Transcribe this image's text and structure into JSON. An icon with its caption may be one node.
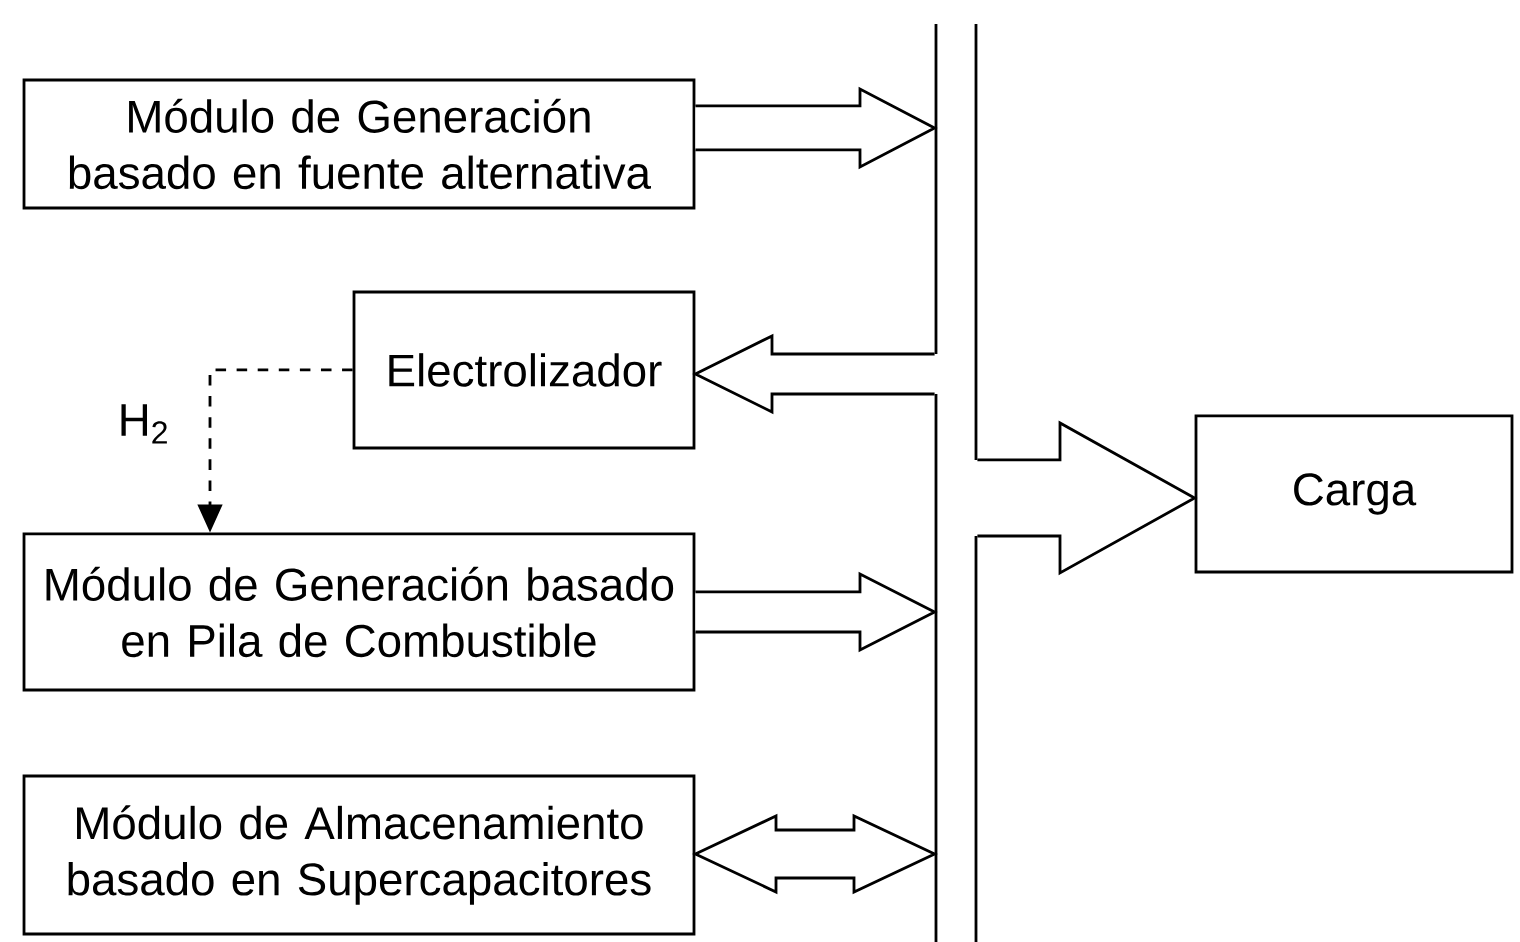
{
  "diagram": {
    "nodes": [
      {
        "text": [
          "Módulo de Generación basado en fuente alternativa"
        ]
      },
      {
        "text": [
          "Electrolizador"
        ]
      },
      {
        "text": [
          "Módulo de Generación basado en Pila de Combustible"
        ]
      },
      {
        "text": [
          "Módulo de Almacenamiento basado en Supercapacitores"
        ]
      },
      {
        "text": [
          "Carga"
        ]
      },
      {
        "text": [],
        "shape": "bar"
      }
    ],
    "edges": [
      {
        "from": 0,
        "to": 5,
        "arrow": "to"
      },
      {
        "from": 5,
        "to": 1,
        "arrow": "to"
      },
      {
        "from": 2,
        "to": 5,
        "arrow": "to"
      },
      {
        "from": 3,
        "to": 5,
        "arrow": "both"
      },
      {
        "from": 5,
        "to": 4,
        "arrow": "to"
      },
      {
        "from": 1,
        "to": 2,
        "arrow": "to",
        "style": "dashed",
        "label": "H$_{2}$"
      }
    ]
  }
}
